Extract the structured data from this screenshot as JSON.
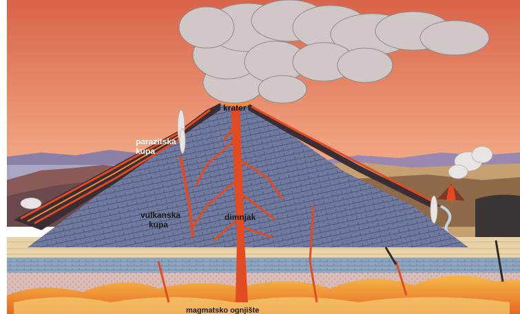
{
  "figure": {
    "title": "",
    "colors": {
      "sky_top": "#d96a4f",
      "sky_bottom": "#f0a27e",
      "cone": "#6f7a9e",
      "lava": "#e24a22",
      "magma": "#f2a23a",
      "smoke": "#cfc8c6",
      "strata_light": "#e8d4a8",
      "strata_blue": "#8ea6bf",
      "strata_pink": "#d8b8b4"
    }
  },
  "labels": {
    "krater": "krater",
    "parazitska_line1": "parazitska",
    "parazitska_line2": "kupa",
    "vulkanska_line1": "vulkanska",
    "vulkanska_line2": "kupa",
    "dimnjak": "dimnjak",
    "magmatsko_ognjiste": "magmatsko ognjište"
  }
}
